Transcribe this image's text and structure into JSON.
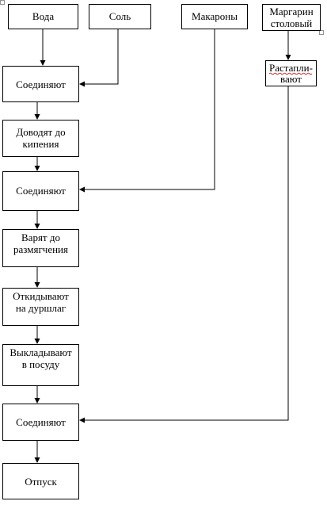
{
  "diagram": {
    "nodes": [
      {
        "id": "n-voda",
        "lines": [
          "Вода"
        ]
      },
      {
        "id": "n-sol",
        "lines": [
          "Соль"
        ]
      },
      {
        "id": "n-makarony",
        "lines": [
          "Макароны"
        ]
      },
      {
        "id": "n-margarin",
        "lines": [
          "Маргарин",
          "столовый"
        ]
      },
      {
        "id": "n-soed1",
        "lines": [
          "Соединяют"
        ]
      },
      {
        "id": "n-rastaplivayut",
        "lines": [
          "Растапли-",
          "вают"
        ]
      },
      {
        "id": "n-dovodyat",
        "lines": [
          "Доводят до",
          "кипения"
        ]
      },
      {
        "id": "n-soed2",
        "lines": [
          "Соединяют"
        ]
      },
      {
        "id": "n-varyat",
        "lines": [
          "Варят до",
          "размягчения"
        ]
      },
      {
        "id": "n-otkidyvayut",
        "lines": [
          "Откидывают",
          "на дуршлаг"
        ]
      },
      {
        "id": "n-vykladyvayut",
        "lines": [
          "Выкладывают",
          "в посуду"
        ]
      },
      {
        "id": "n-soed3",
        "lines": [
          "Соединяют"
        ]
      },
      {
        "id": "n-otpusk",
        "lines": [
          "Отпуск"
        ]
      }
    ],
    "edges": [
      {
        "from": "n-voda",
        "to": "n-soed1"
      },
      {
        "from": "n-sol",
        "to": "n-soed1"
      },
      {
        "from": "n-soed1",
        "to": "n-dovodyat"
      },
      {
        "from": "n-dovodyat",
        "to": "n-soed2"
      },
      {
        "from": "n-makarony",
        "to": "n-soed2"
      },
      {
        "from": "n-soed2",
        "to": "n-varyat"
      },
      {
        "from": "n-varyat",
        "to": "n-otkidyvayut"
      },
      {
        "from": "n-otkidyvayut",
        "to": "n-vykladyvayut"
      },
      {
        "from": "n-vykladyvayut",
        "to": "n-soed3"
      },
      {
        "from": "n-margarin",
        "to": "n-rastaplivayut"
      },
      {
        "from": "n-rastaplivayut",
        "to": "n-soed3"
      },
      {
        "from": "n-soed3",
        "to": "n-otpusk"
      }
    ]
  }
}
